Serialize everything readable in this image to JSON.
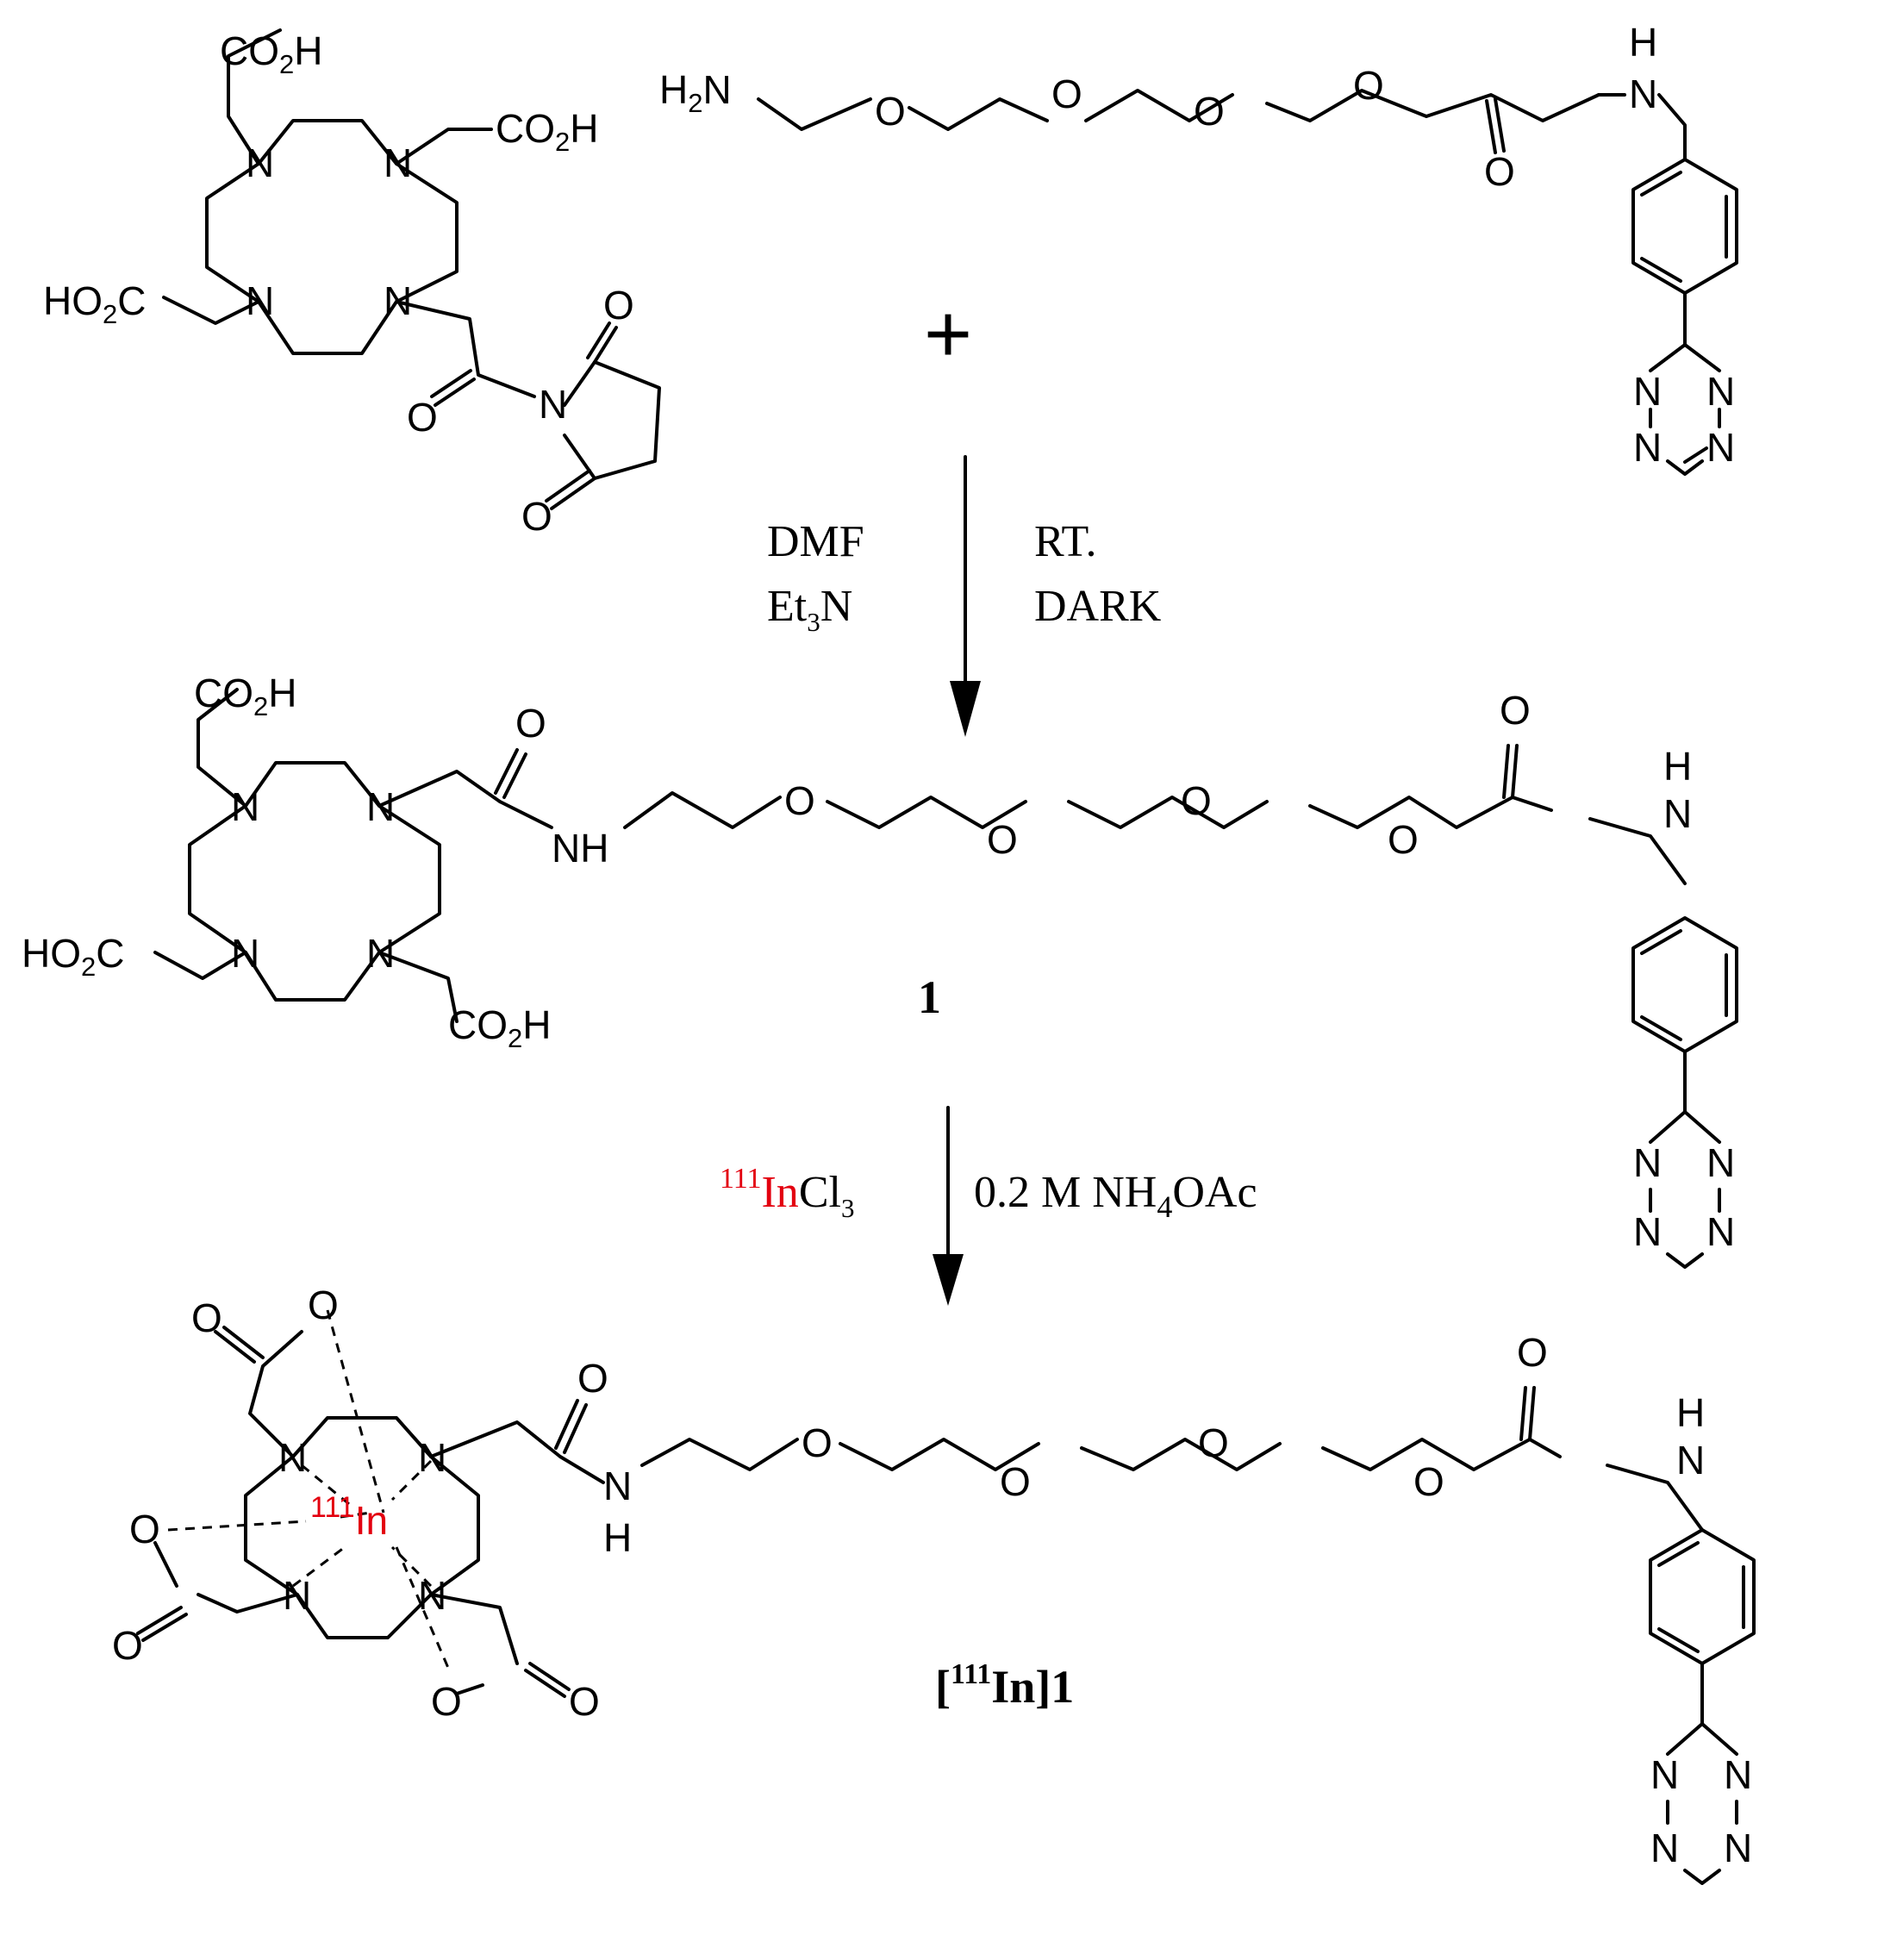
{
  "atoms": {
    "co2h": "CO",
    "co2h_sub": "2",
    "co2h_h": "H",
    "ho2c_ho": "HO",
    "ho2c_sub": "2",
    "ho2c_c": "C",
    "h2n_h": "H",
    "h2n_sub": "2",
    "h2n_n": "N",
    "n": "N",
    "o": "O",
    "h": "H",
    "nh": "NH"
  },
  "reactants": {
    "plus": "+"
  },
  "step1": {
    "reagent_1": "DMF",
    "reagent_2_a": "Et",
    "reagent_2_sub": "3",
    "reagent_2_b": "N",
    "condition_1": "RT.",
    "condition_2": "DARK"
  },
  "product1": {
    "label": "1"
  },
  "step2": {
    "isotope": "111",
    "metal": "In",
    "salt_a": "Cl",
    "salt_sub": "3",
    "buffer_a": "0.2 M NH",
    "buffer_sub": "4",
    "buffer_b": "OAc"
  },
  "product2": {
    "label_open": "[",
    "label_isotope": "111",
    "label_metal": "In",
    "label_close": "]1",
    "center_isotope": "111",
    "center_metal": "In"
  },
  "colors": {
    "radiometal": "#e3000f",
    "ink": "#000000"
  }
}
